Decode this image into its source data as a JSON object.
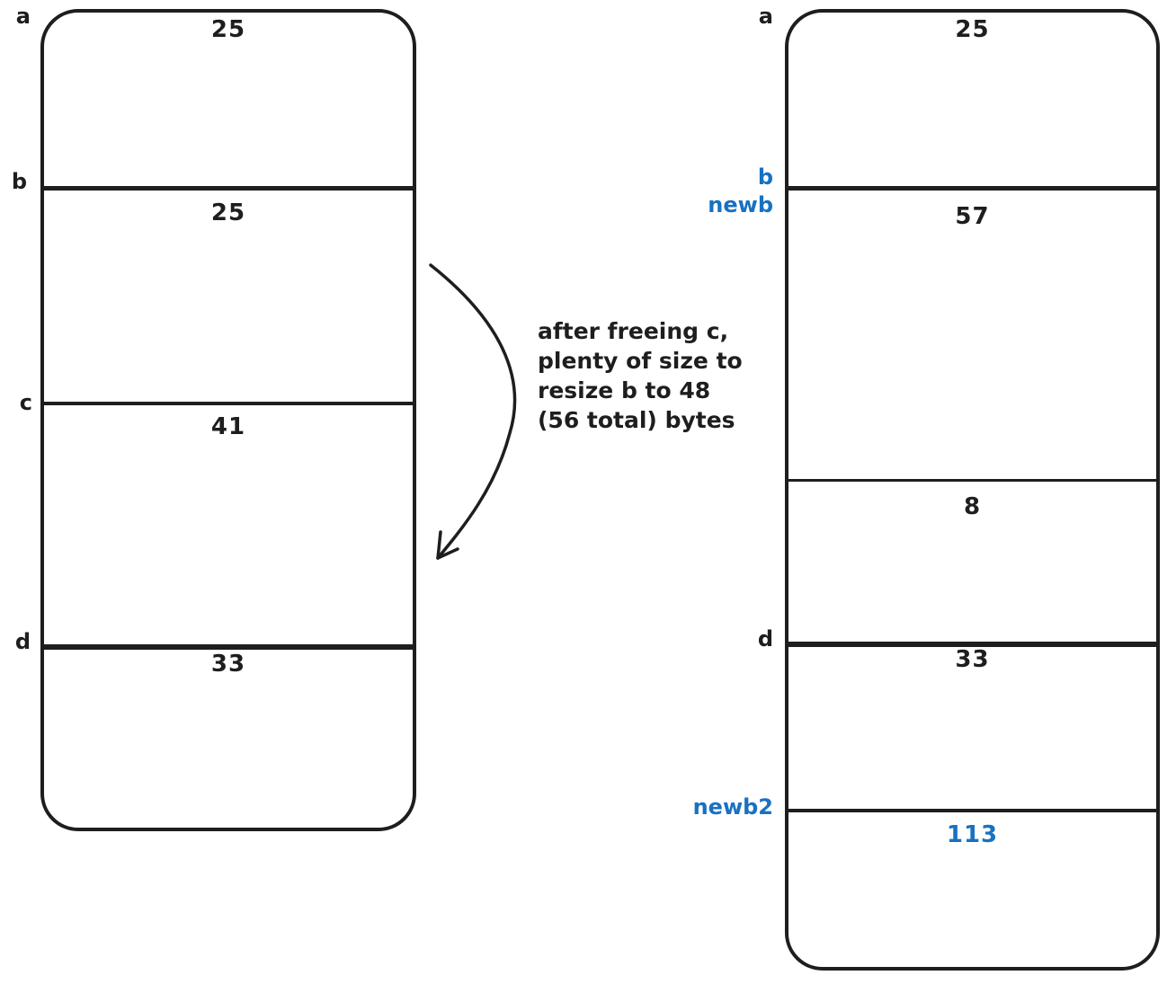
{
  "colors": {
    "ink": "#1e1e1e",
    "accent": "#1971c2",
    "background": "#ffffff"
  },
  "left_diagram": {
    "sections": [
      {
        "pointer_labels": [
          "a"
        ],
        "value": "25"
      },
      {
        "pointer_labels": [
          "b"
        ],
        "value": "25"
      },
      {
        "pointer_labels": [
          "c"
        ],
        "value": "41"
      },
      {
        "pointer_labels": [
          "d"
        ],
        "value": "33"
      }
    ]
  },
  "right_diagram": {
    "sections": [
      {
        "pointer_labels": [
          "a"
        ],
        "value": "25"
      },
      {
        "pointer_labels": [
          "b",
          "newb"
        ],
        "value": "57"
      },
      {
        "pointer_labels": [],
        "value": "8"
      },
      {
        "pointer_labels": [
          "d"
        ],
        "value": "33"
      },
      {
        "pointer_labels": [
          "newb2"
        ],
        "value": "113"
      }
    ]
  },
  "annotation": {
    "lines": [
      "after freeing c,",
      "plenty of size to",
      "resize b to 48",
      "(56 total) bytes"
    ]
  }
}
